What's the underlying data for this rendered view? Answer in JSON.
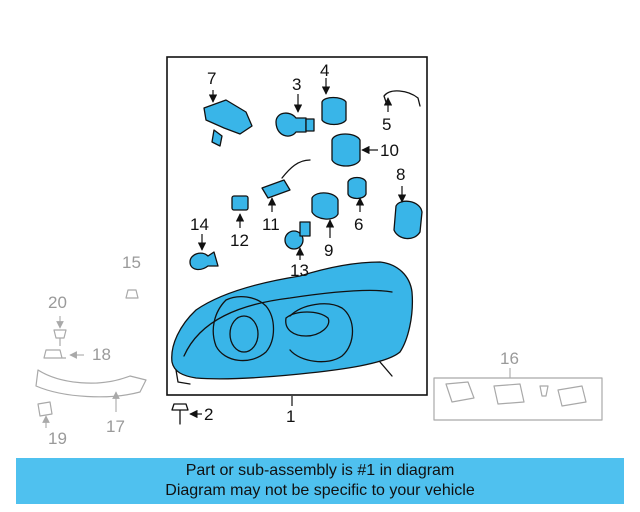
{
  "banner": {
    "line1": "Part or sub-assembly is #1 in diagram",
    "line2": "Diagram may not be specific to your vehicle"
  },
  "callouts": {
    "c1": "1",
    "c2": "2",
    "c3": "3",
    "c4": "4",
    "c5": "5",
    "c6": "6",
    "c7": "7",
    "c8": "8",
    "c9": "9",
    "c10": "10",
    "c11": "11",
    "c12": "12",
    "c13": "13",
    "c14": "14",
    "c15": "15",
    "c16": "16",
    "c17": "17",
    "c18": "18",
    "c19": "19",
    "c20": "20"
  },
  "highlight_color": "#39b5e8",
  "banner_color": "#4fc1ef"
}
